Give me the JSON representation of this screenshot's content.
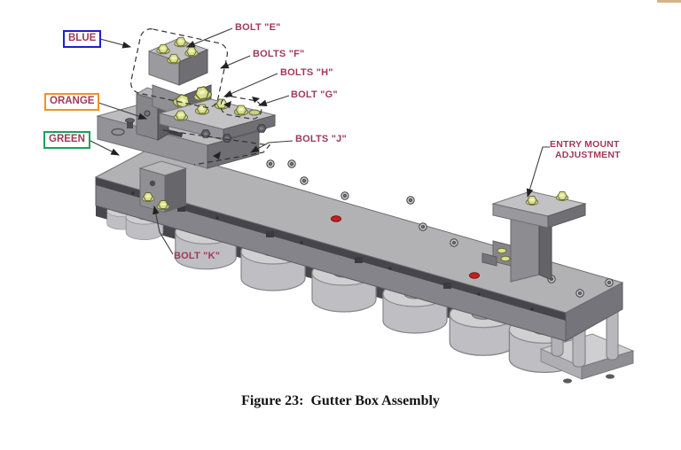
{
  "figure": {
    "caption": "Figure 23:  Gutter Box Assembly"
  },
  "callouts": {
    "blue": {
      "label": "BLUE"
    },
    "orange": {
      "label": "ORANGE"
    },
    "green": {
      "label": "GREEN"
    },
    "bolt_e": {
      "label": "BOLT \"E\""
    },
    "bolts_f": {
      "label": "BOLTS \"F\""
    },
    "bolts_h": {
      "label": "BOLTS \"H\""
    },
    "bolt_g": {
      "label": "BOLT \"G\""
    },
    "bolts_j": {
      "label": "BOLTS \"J\""
    },
    "bolt_k": {
      "label": "BOLT \"K\""
    },
    "entry_mount": {
      "line1": "ENTRY MOUNT",
      "line2": "ADJUSTMENT"
    }
  },
  "colors": {
    "label_text": "#9e3a56",
    "leader_line": "#3c3c3c",
    "caption_text": "#141414",
    "callout_blue": "#1f1fd0",
    "callout_orange": "#f29220",
    "callout_green": "#16a15d",
    "indicator_red": "#c32020",
    "bolt_yellow": "#d9e08a"
  }
}
